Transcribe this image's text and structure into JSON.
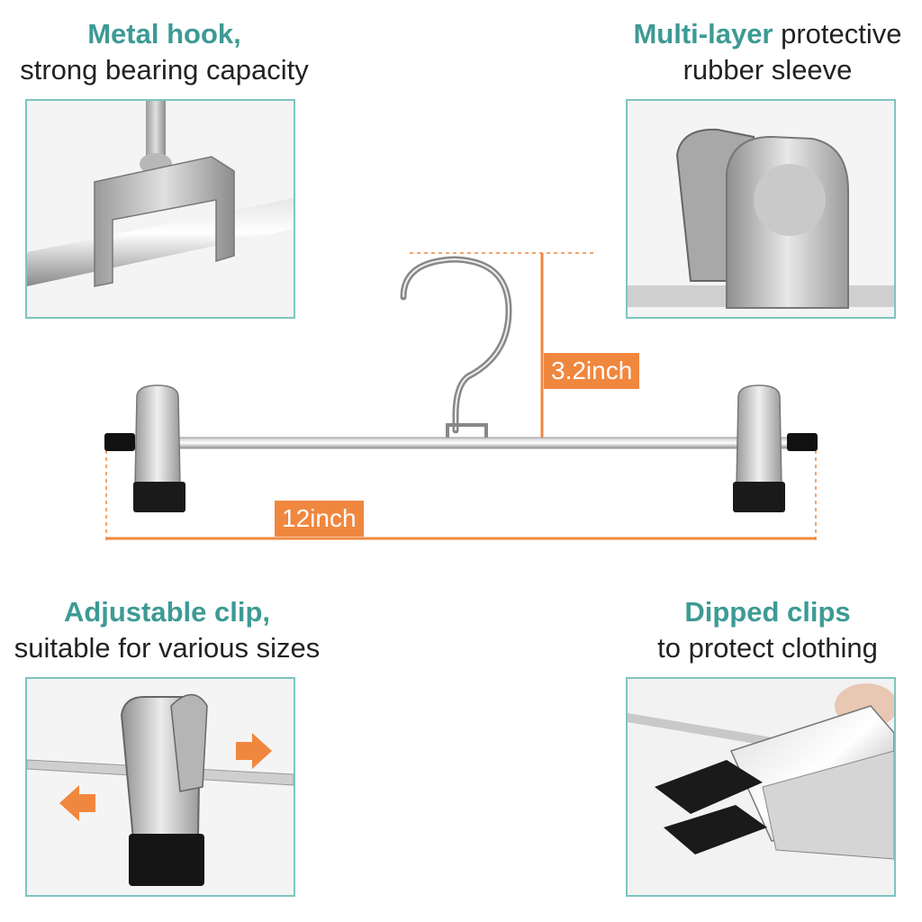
{
  "features": {
    "metal_hook": {
      "highlight": "Metal hook,",
      "rest": "strong bearing capacity"
    },
    "rubber_sleeve": {
      "highlight": "Multi-layer",
      "highlight_rest": " protective",
      "rest": "rubber sleeve"
    },
    "adjustable_clip": {
      "highlight": "Adjustable clip,",
      "rest": "suitable for various sizes"
    },
    "dipped_clips": {
      "highlight": "Dipped clips",
      "rest": "to protect clothing"
    }
  },
  "dimensions": {
    "height": "3.2inch",
    "width": "12inch"
  },
  "colors": {
    "accent_teal": "#3d9a94",
    "accent_orange": "#f0873f",
    "panel_border": "#7fc4c0"
  }
}
